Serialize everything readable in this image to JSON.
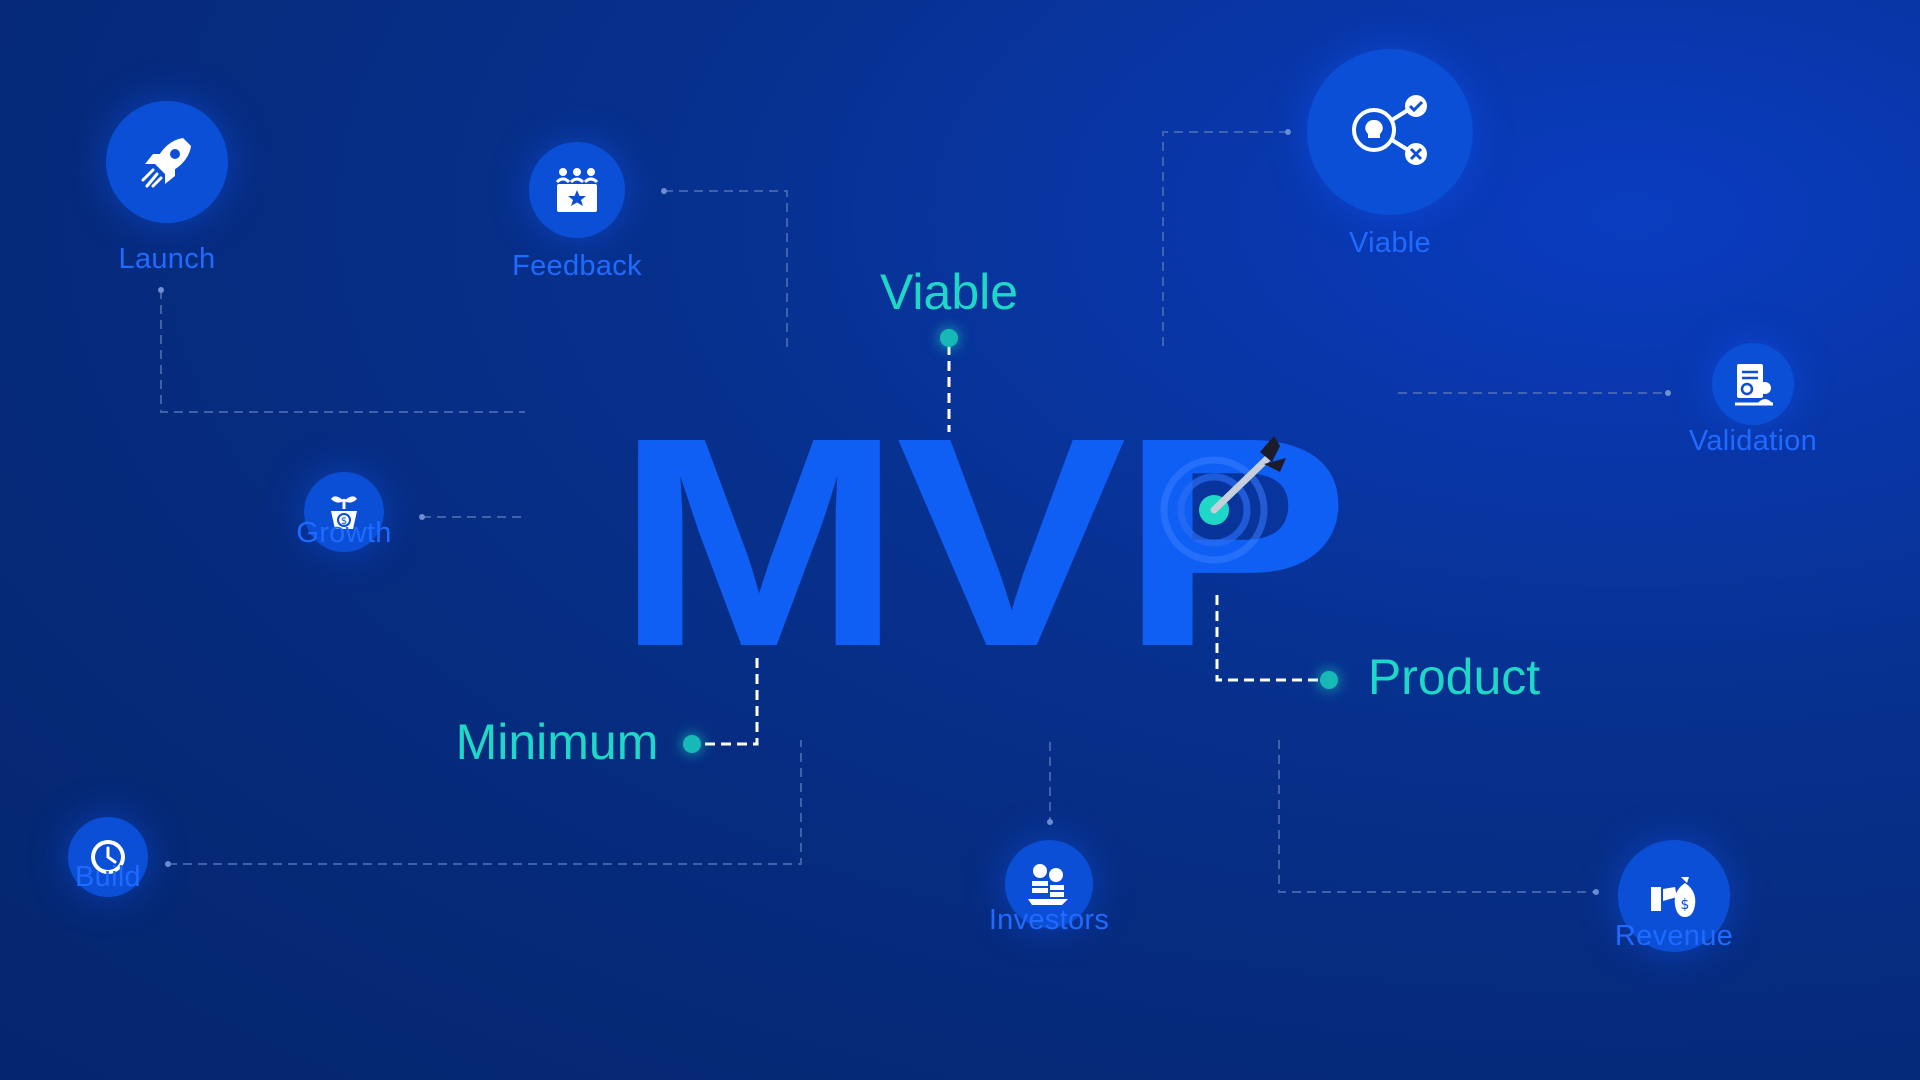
{
  "title": "MVP",
  "words": {
    "viable": "Viable",
    "minimum": "Minimum",
    "product": "Product"
  },
  "nodes": {
    "launch": "Launch",
    "feedback": "Feedback",
    "viable": "Viable",
    "validation": "Validation",
    "growth": "Growth",
    "build": "Build",
    "investors": "Investors",
    "revenue": "Revenue"
  },
  "colors": {
    "background": "#062a7a",
    "mvp_text": "#0f5ff5",
    "accent": "#1ed7c6",
    "icon_circle": "#0b4fd6",
    "node_label": "#1f6bff"
  },
  "icons": {
    "launch": "rocket-icon",
    "feedback": "rating-box-icon",
    "viable": "idea-network-icon",
    "validation": "certificate-icon",
    "growth": "money-plant-icon",
    "build": "clock-icon",
    "investors": "coin-stack-icon",
    "revenue": "money-bag-hand-icon",
    "target": "target-arrow-icon"
  }
}
